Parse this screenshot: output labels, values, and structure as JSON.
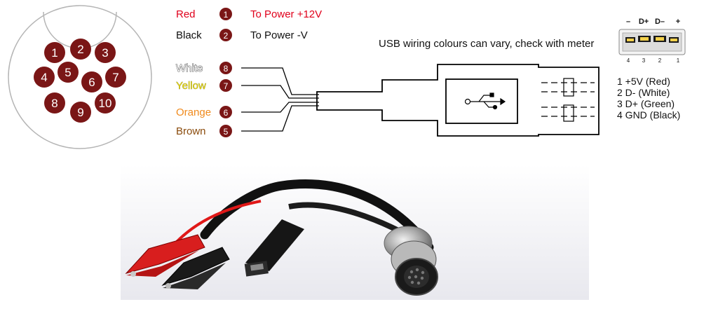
{
  "connector_face": {
    "pins": [
      "1",
      "2",
      "3",
      "4",
      "5",
      "6",
      "7",
      "8",
      "9",
      "10"
    ],
    "pin_color": "#7a1616",
    "outline_color": "#b0b0b0"
  },
  "wire_labels": [
    {
      "color_name": "Red",
      "pin": "1",
      "description": "To Power +12V",
      "text_color": "#e0001b"
    },
    {
      "color_name": "Black",
      "pin": "2",
      "description": "To Power  -V",
      "text_color": "#111111"
    },
    {
      "color_name": "White",
      "pin": "8",
      "description": "",
      "text_color": "#ffffff"
    },
    {
      "color_name": "Yellow",
      "pin": "7",
      "description": "",
      "text_color": "#e5d600"
    },
    {
      "color_name": "Orange",
      "pin": "6",
      "description": "",
      "text_color": "#f08a1c"
    },
    {
      "color_name": "Brown",
      "pin": "5",
      "description": "",
      "text_color": "#8a4b0c"
    }
  ],
  "usb_note": "USB wiring colours can vary, check with meter",
  "usb_icon": "usb-trident-icon",
  "usb_top_labels": [
    "–",
    "D+",
    "D–",
    "+"
  ],
  "usb_bottom_labels": [
    "4",
    "3",
    "2",
    "1"
  ],
  "usb_pinout": [
    "1  +5V (Red)",
    "2  D- (White)",
    "3  D+ (Green)",
    "4  GND (Black)"
  ],
  "photo": {
    "subject": "cable-with-alligator-clips-mini-usb-and-10-pin-connector",
    "clip_red": "#d81e1e",
    "clip_black": "#1a1a1a",
    "connector_metal": "#9a9a9a"
  }
}
